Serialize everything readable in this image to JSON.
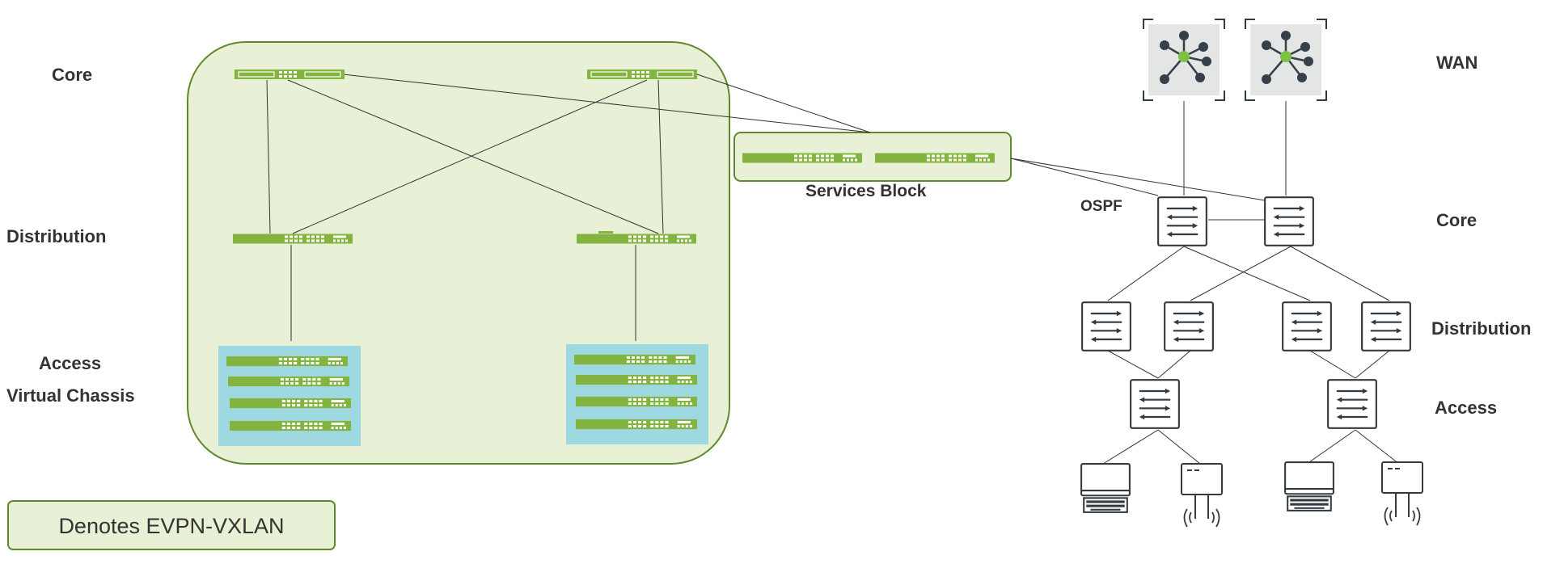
{
  "left_tiers": {
    "core": "Core",
    "distribution": "Distribution",
    "access": "Access",
    "virtual_chassis": "Virtual Chassis"
  },
  "services_block": "Services Block",
  "ospf": "OSPF",
  "right_tiers": {
    "wan": "WAN",
    "core": "Core",
    "distribution": "Distribution",
    "access": "Access"
  },
  "legend": "Denotes EVPN-VXLAN",
  "colors": {
    "evpn_fill": "#e8f0d6",
    "evpn_border": "#5e8a2c",
    "switch_green": "#84b440",
    "vc_blue": "#9ed8e0",
    "router_node": "#36404a",
    "router_hub": "#7dc242",
    "router_bg": "#e4e6e6"
  }
}
